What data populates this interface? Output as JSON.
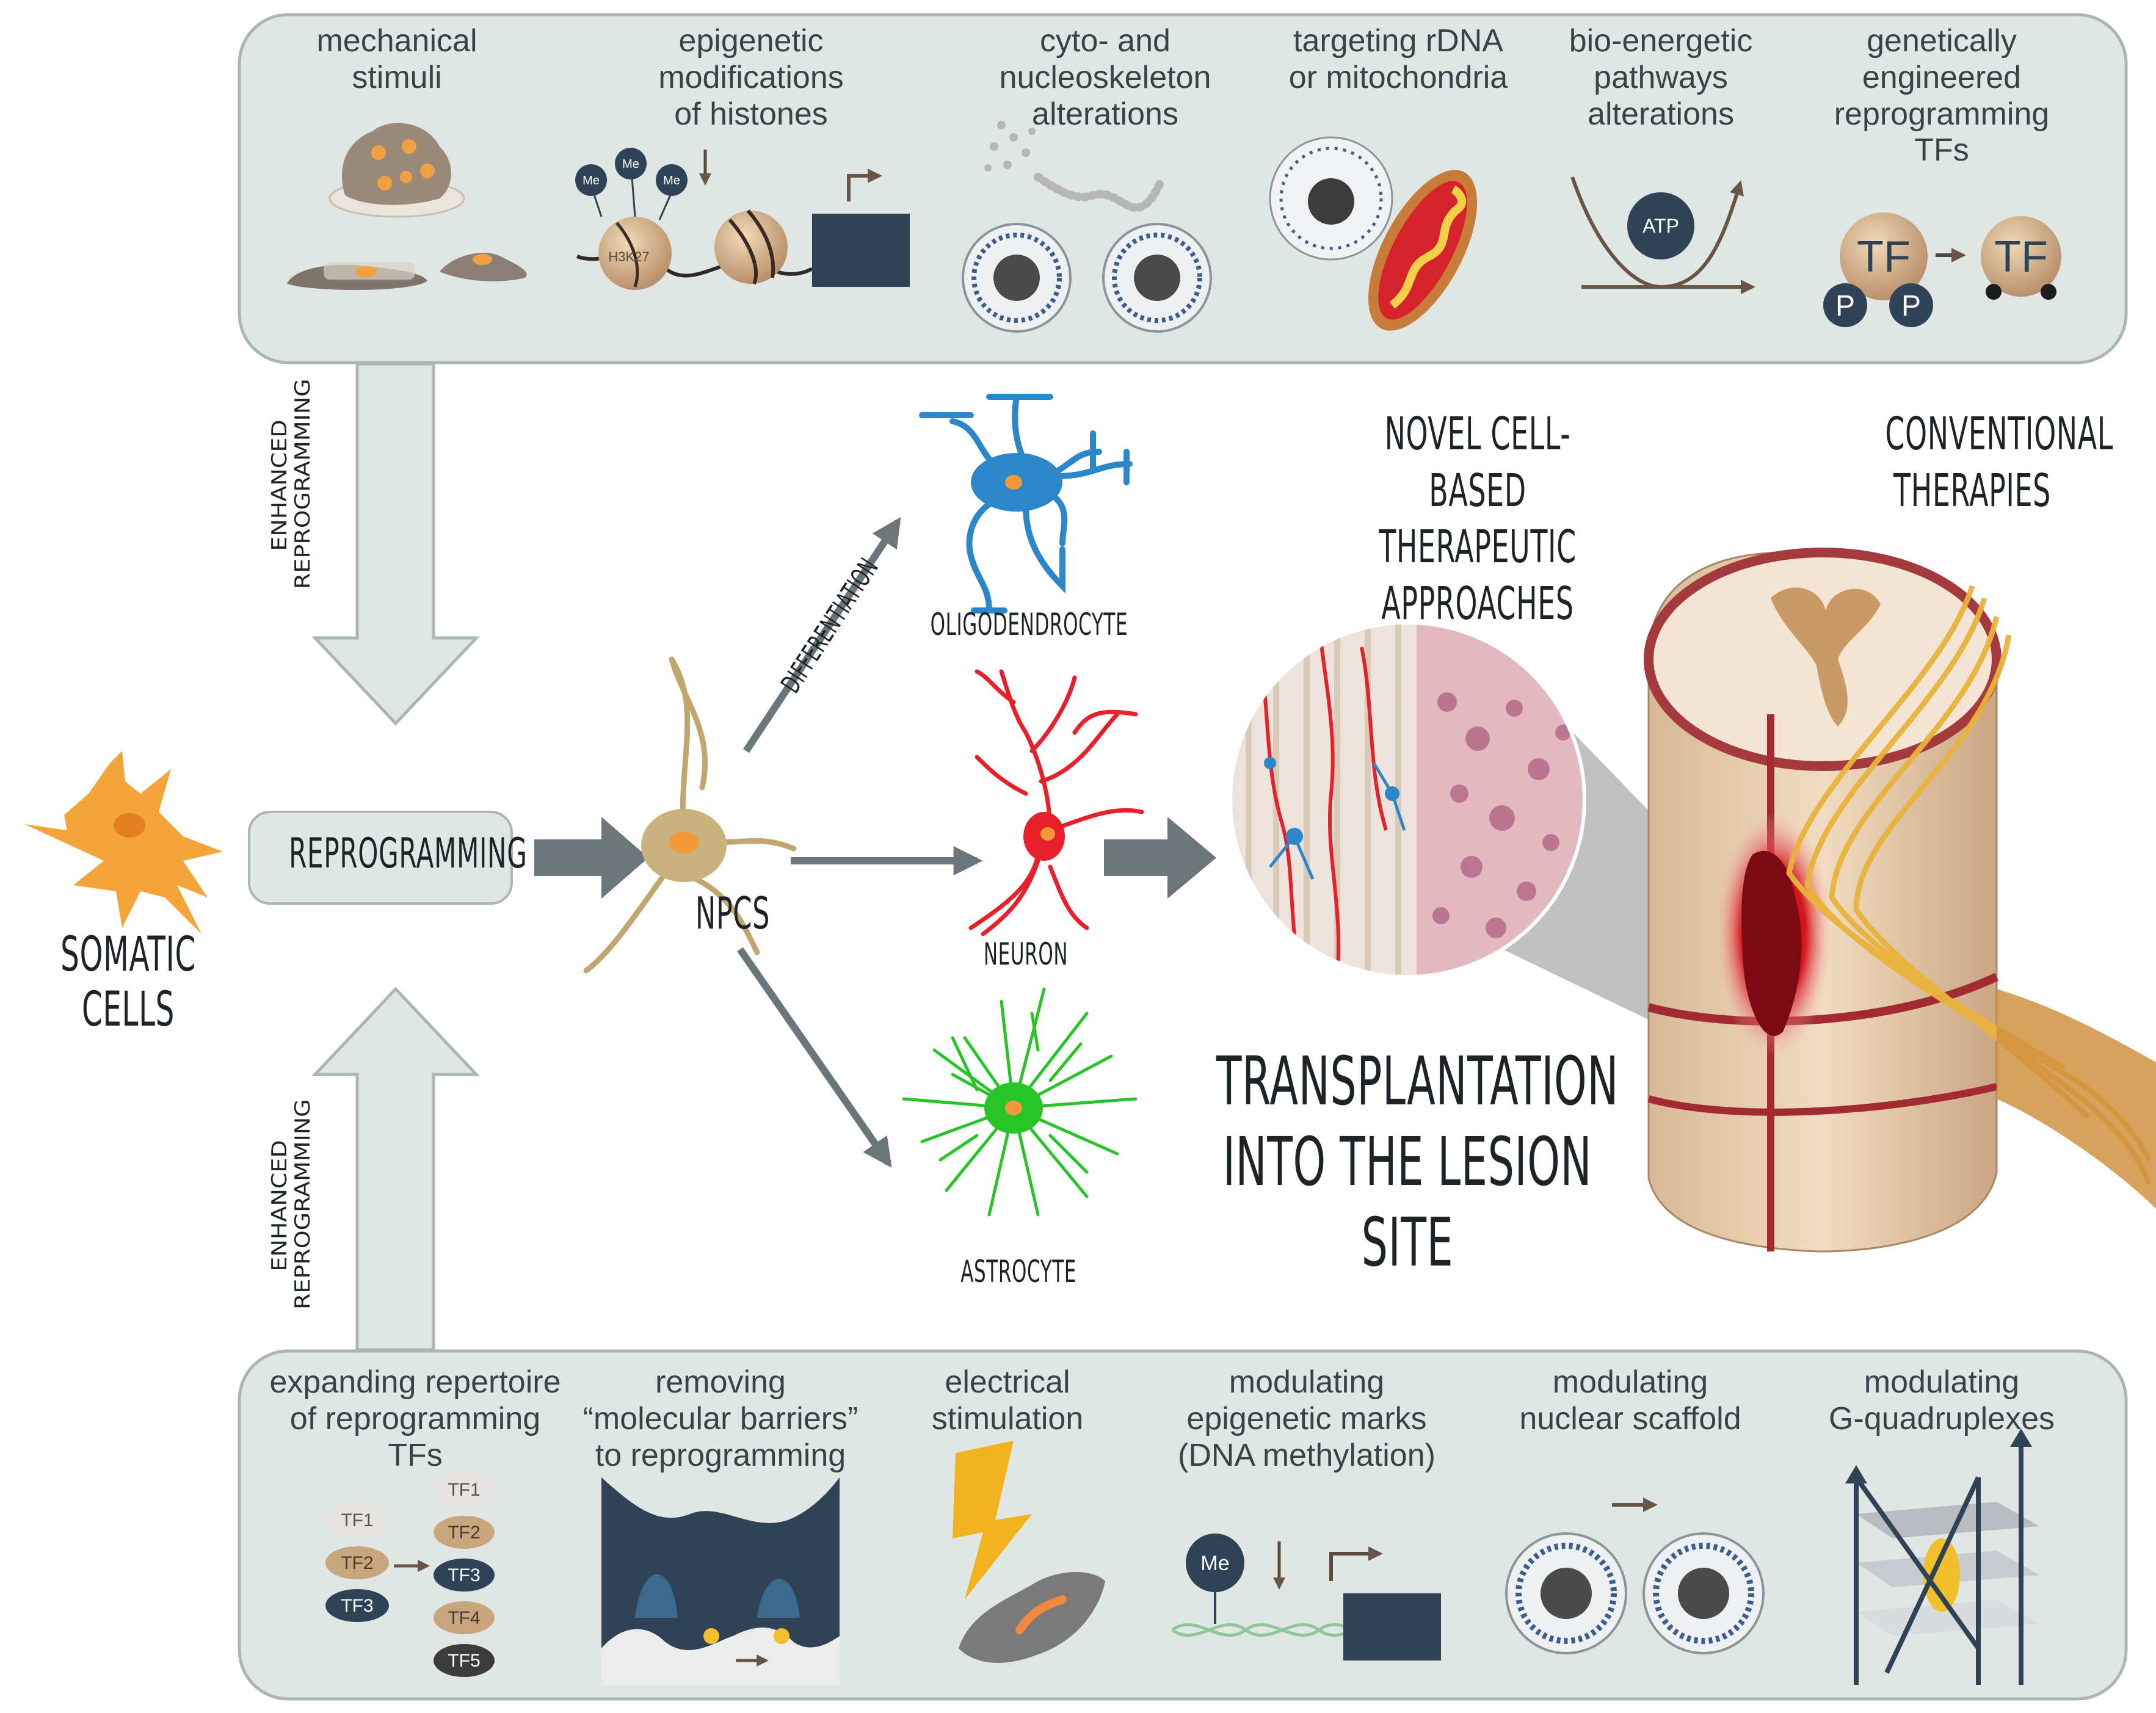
{
  "colors": {
    "panel_bg": "#dfe6e4",
    "panel_stroke": "#aab6b3",
    "arrow_gray": "#6b767b",
    "dark_slate": "#2e4456",
    "tan": "#c8a57c",
    "oligo_blue": "#2b87c9",
    "neuron_red": "#e8202a",
    "astro_green": "#27c428",
    "somatic_orange": "#f3a53a",
    "lesion_red": "#c8101e"
  },
  "top_panel": {
    "items": [
      {
        "label": "mechanical\nstimuli",
        "icon": "cells-on-dish-icon"
      },
      {
        "label": "epigenetic\nmodifications\nof histones",
        "icon": "histone-methylation-icon"
      },
      {
        "label": "cyto- and\nnucleoskeleton\nalterations",
        "icon": "nucleus-skeleton-icon"
      },
      {
        "label": "targeting rDNA\nor mitochondria",
        "icon": "mitochondria-icon"
      },
      {
        "label": "bio-energetic\npathways\nalterations",
        "icon": "atp-curve-icon"
      },
      {
        "label": "genetically\nengineered\nreprogramming\nTFs",
        "icon": "tf-phosphorylation-icon"
      }
    ],
    "histone_marks": [
      "Me",
      "Me",
      "Me"
    ],
    "histone_label": "H3K27",
    "atp_label": "ATP",
    "tf_label": "TF",
    "phospho_label": "P"
  },
  "bottom_panel": {
    "items": [
      {
        "label": "expanding repertoire\nof reprogramming\nTFs",
        "icon": "tf-list-icon"
      },
      {
        "label": "removing\n“molecular barriers”\nto reprogramming",
        "icon": "energy-landscape-icon"
      },
      {
        "label": "electrical\nstimulation",
        "icon": "lightning-icon"
      },
      {
        "label": "modulating\nepigenetic marks\n(DNA methylation)",
        "icon": "dna-methylation-icon"
      },
      {
        "label": "modulating\nnuclear scaffold",
        "icon": "nuclear-scaffold-icon"
      },
      {
        "label": "modulating\nG-quadruplexes",
        "icon": "g-quadruplex-icon"
      }
    ],
    "tf_left": [
      "TF1",
      "TF2",
      "TF3"
    ],
    "tf_right": [
      "TF1",
      "TF2",
      "TF3",
      "TF4",
      "TF5"
    ],
    "me_label": "Me"
  },
  "side_labels": {
    "enhanced_top": "ENHANCED\nREPROGRAMMING",
    "enhanced_bottom": "ENHANCED\nREPROGRAMMING"
  },
  "center": {
    "somatic": "SOMATIC\nCELLS",
    "reprogramming": "REPROGRAMMING",
    "npcs": "NPCS",
    "differentiation": "DIFFERENTIATION",
    "oligodendrocyte": "OLIGODENDROCYTE",
    "neuron": "NEURON",
    "astrocyte": "ASTROCYTE",
    "novel": "NOVEL CELL-BASED\nTHERAPEUTIC\nAPPROACHES",
    "conventional": "CONVENTIONAL\nTHERAPIES",
    "transplantation": "TRANSPLANTATION\nINTO THE LESION SITE"
  }
}
